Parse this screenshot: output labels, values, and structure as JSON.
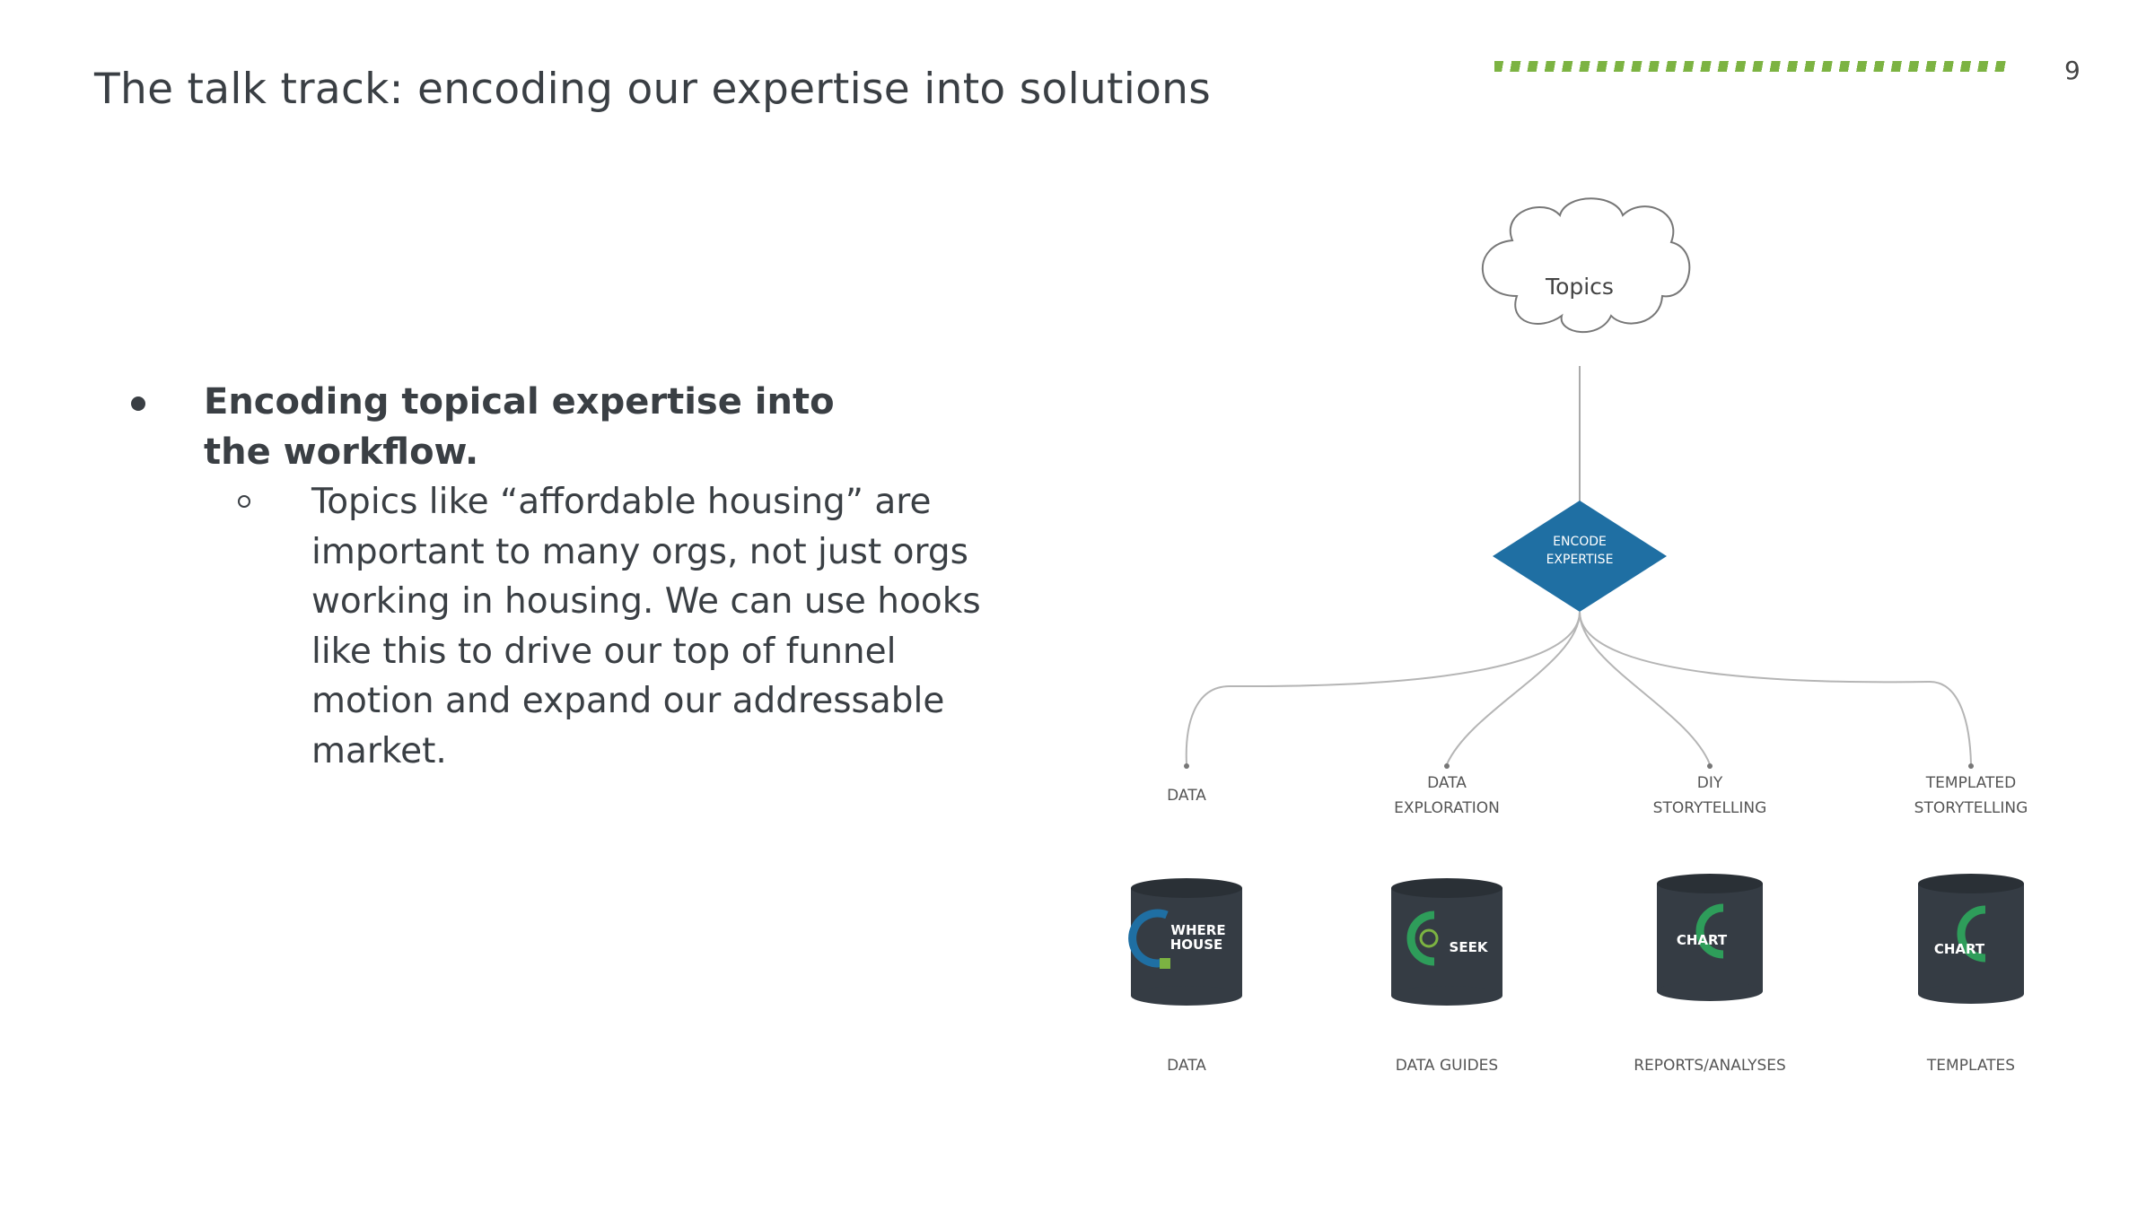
{
  "slide": {
    "title": "The talk track: encoding our expertise into solutions",
    "page_number": "9",
    "accent_color": "#7cb342"
  },
  "bullets": {
    "main": "Encoding topical expertise into the workflow.",
    "sub": "Topics like “affordable housing” are important to many orgs, not just orgs working in housing. We can use hooks like this to drive our top of funnel motion and expand our addressable market."
  },
  "diagram": {
    "cloud_label": "Topics",
    "diamond_label_line1": "ENCODE",
    "diamond_label_line2": "EXPERTISE",
    "diamond_color": "#1f6fa3",
    "branches": [
      {
        "stage_line1": "DATA",
        "stage_line2": "",
        "product_line1": "WHERE",
        "product_line2": "HOUSE",
        "output": "DATA",
        "logo_color": "#1f6fa3"
      },
      {
        "stage_line1": "DATA",
        "stage_line2": "EXPLORATION",
        "product_line1": "SEEK",
        "product_line2": "",
        "output": "DATA GUIDES",
        "logo_color": "#2e9d5a"
      },
      {
        "stage_line1": "DIY",
        "stage_line2": "STORYTELLING",
        "product_line1": "CHART",
        "product_line2": "",
        "output": "REPORTS/ANALYSES",
        "logo_color": "#2e9d5a"
      },
      {
        "stage_line1": "TEMPLATED",
        "stage_line2": "STORYTELLING",
        "product_line1": "CHART",
        "product_line2": "",
        "output": "TEMPLATES",
        "logo_color": "#2e9d5a"
      }
    ],
    "cylinder_color": "#353c44"
  }
}
